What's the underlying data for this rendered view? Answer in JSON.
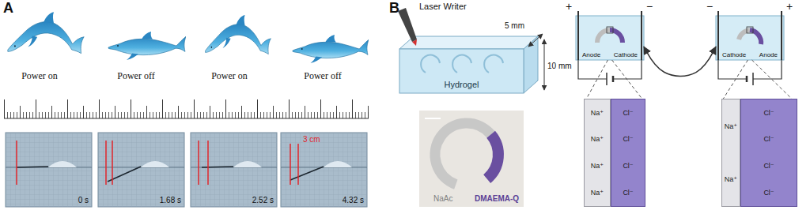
{
  "diagram": {
    "nodes": [
      {
        "text": [
          "0 s"
        ]
      },
      {
        "text": [
          "1.68 s"
        ]
      },
      {
        "text": [
          "2.52 s"
        ]
      },
      {
        "text": [
          "3 cm",
          "4.32 s"
        ]
      },
      {
        "text": [
          "Hydrogel"
        ]
      },
      {
        "text": [
          "NaAc",
          "DMAEMA-Q"
        ]
      },
      {
        "text": [
          "Anode",
          "Cathode"
        ]
      },
      {
        "text": [
          "Cathode",
          "Anode"
        ]
      },
      {
        "text": [
          "Na⁺",
          "Na⁺",
          "Na⁺",
          "Na⁺"
        ]
      },
      {
        "text": [
          "Cl⁻",
          "Cl⁻",
          "Cl⁻",
          "Cl⁻"
        ]
      },
      {
        "text": [
          "Na⁺",
          "Na⁺"
        ]
      },
      {
        "text": [
          "Cl⁻",
          "Cl⁻",
          "Cl⁻",
          "Cl⁻"
        ]
      }
    ],
    "edges": [
      {
        "from": 6,
        "to": 8,
        "arrow": "none"
      },
      {
        "from": 6,
        "to": 9,
        "arrow": "none"
      },
      {
        "from": 7,
        "to": 10,
        "arrow": "none"
      },
      {
        "from": 7,
        "to": 11,
        "arrow": "none"
      },
      {
        "from": 6,
        "to": 7,
        "arrow": "both"
      }
    ],
    "labels": [
      "A",
      "Power on",
      "Power off",
      "Power on",
      "Power off",
      "B",
      "Laser Writer",
      "5 mm",
      "10 mm",
      "+",
      "−",
      "−",
      "+"
    ]
  }
}
